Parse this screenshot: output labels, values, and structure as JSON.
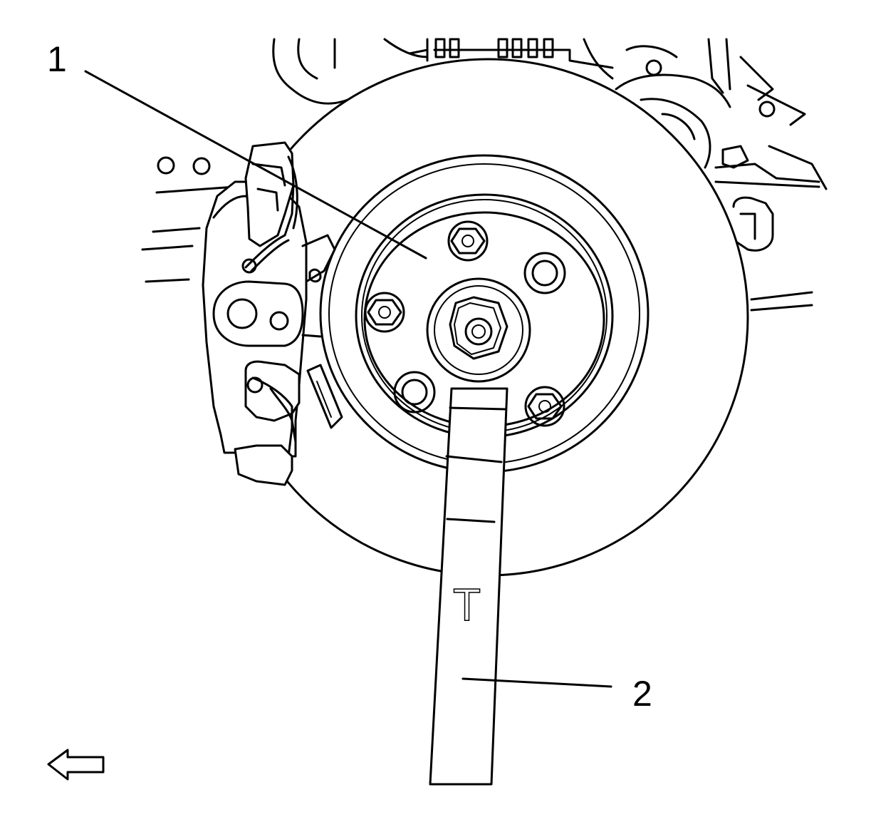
{
  "figure": {
    "callouts": [
      {
        "id": "1",
        "label": "1"
      },
      {
        "id": "2",
        "label": "2"
      }
    ],
    "tool_marking": "T",
    "direction_arrow_icon": "left-arrow-icon",
    "line_color": "#000000",
    "background_color": "#ffffff"
  }
}
